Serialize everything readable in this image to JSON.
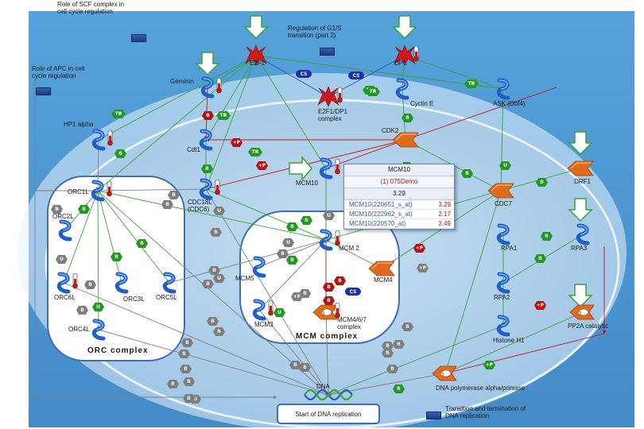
{
  "links": [
    {
      "id": "scf",
      "text": "Role of SCF complex in\ncell cycle regulation"
    },
    {
      "id": "g1s",
      "text": "Regulation of G1/S\ntransition (part 2)"
    },
    {
      "id": "apc",
      "text": "Role of APC in cell\ncycle regulation"
    },
    {
      "id": "term",
      "text": "Transition and termination of\nDNA replication"
    }
  ],
  "proteins": [
    {
      "id": "geminin",
      "name": "Geminin"
    },
    {
      "id": "hp1",
      "name": "HP1 alpha"
    },
    {
      "id": "cdt1",
      "name": "Cdt1"
    },
    {
      "id": "cdc6",
      "name": "CDC18L\n(CDC6)"
    },
    {
      "id": "mcm10",
      "name": "MCM10"
    },
    {
      "id": "orc1l",
      "name": "ORC1L"
    },
    {
      "id": "orc2l",
      "name": "ORC2L"
    },
    {
      "id": "orc6l",
      "name": "ORC6L"
    },
    {
      "id": "orc3l",
      "name": "ORC3L"
    },
    {
      "id": "orc5l",
      "name": "ORC5L"
    },
    {
      "id": "orc4l",
      "name": "ORC4L"
    },
    {
      "id": "mcm2",
      "name": "MCM 2"
    },
    {
      "id": "mcm5",
      "name": "MCM5"
    },
    {
      "id": "mcm3",
      "name": "MCM3"
    },
    {
      "id": "mcm4",
      "name": "MCM4"
    },
    {
      "id": "mcm467",
      "name": "MCM4/6/7\ncomplex"
    },
    {
      "id": "cycline",
      "name": "Cyclin E"
    },
    {
      "id": "cdk2",
      "name": "CDK2"
    },
    {
      "id": "ask",
      "name": "ASK (Dbf4)"
    },
    {
      "id": "drf1",
      "name": "DRF1"
    },
    {
      "id": "cdc7",
      "name": "CDC7"
    },
    {
      "id": "rpa1",
      "name": "RPA1"
    },
    {
      "id": "rpa3",
      "name": "RPA3"
    },
    {
      "id": "rpa2",
      "name": "RPA2"
    },
    {
      "id": "histone",
      "name": "Histone H1"
    },
    {
      "id": "pp2a",
      "name": "PP2A catalytic"
    },
    {
      "id": "e2f1",
      "name": "E2F1"
    },
    {
      "id": "dp1",
      "name": "DP1"
    },
    {
      "id": "e2fdp",
      "name": "E2F1/DP1\ncomplex"
    },
    {
      "id": "dnapol",
      "name": "DNA polymerase alpha/primase"
    },
    {
      "id": "dna",
      "name": "DNA"
    }
  ],
  "complexes": {
    "orc": "ORC complex",
    "mcm": "MCM complex"
  },
  "start": "Start of DNA replication",
  "popup": {
    "title": "MCM10",
    "subtitle": "(1) 075Demo",
    "value": "3.29",
    "rows": [
      {
        "probe": "MCM10(220651_s_at)",
        "value": "3.29"
      },
      {
        "probe": "MCM10(222962_s_at)",
        "value": "2.17"
      },
      {
        "probe": "MCM10(220570_at)",
        "value": "2.49"
      }
    ]
  },
  "chips": [
    {
      "t": "TR",
      "c": "green"
    },
    {
      "t": "B",
      "c": "red"
    },
    {
      "t": "TR",
      "c": "green"
    },
    {
      "t": "TR",
      "c": "green"
    },
    {
      "t": "+P",
      "c": "red"
    },
    {
      "t": "TR",
      "c": "green"
    },
    {
      "t": "B",
      "c": "green"
    },
    {
      "t": "+P",
      "c": "red"
    },
    {
      "t": "B",
      "c": "green"
    },
    {
      "t": "B",
      "c": "grey"
    },
    {
      "t": "B",
      "c": "grey"
    },
    {
      "t": "B",
      "c": "green"
    },
    {
      "t": "B",
      "c": "grey"
    },
    {
      "t": "U",
      "c": "grey"
    },
    {
      "t": "B",
      "c": "green"
    },
    {
      "t": "U",
      "c": "grey"
    },
    {
      "t": "B",
      "c": "grey"
    },
    {
      "t": "B",
      "c": "grey"
    },
    {
      "t": "B",
      "c": "grey"
    },
    {
      "t": "U",
      "c": "grey"
    },
    {
      "t": "U",
      "c": "green"
    },
    {
      "t": "B",
      "c": "grey"
    },
    {
      "t": "B",
      "c": "green"
    },
    {
      "t": "B",
      "c": "grey"
    },
    {
      "t": "B",
      "c": "grey"
    },
    {
      "t": "B",
      "c": "grey"
    },
    {
      "t": "B",
      "c": "grey"
    },
    {
      "t": "B",
      "c": "grey"
    },
    {
      "t": "B",
      "c": "grey"
    },
    {
      "t": "B",
      "c": "grey"
    },
    {
      "t": "U",
      "c": "grey"
    },
    {
      "t": "B",
      "c": "grey"
    },
    {
      "t": "B",
      "c": "grey"
    },
    {
      "t": "U",
      "c": "grey"
    },
    {
      "t": "B",
      "c": "green"
    },
    {
      "t": "B",
      "c": "red"
    },
    {
      "t": "B",
      "c": "red"
    },
    {
      "t": "+P",
      "c": "red"
    },
    {
      "t": "+P",
      "c": "grey"
    },
    {
      "t": "B",
      "c": "red"
    },
    {
      "t": "B",
      "c": "green"
    },
    {
      "t": "B",
      "c": "green"
    },
    {
      "t": "B",
      "c": "green"
    },
    {
      "t": "B",
      "c": "green"
    },
    {
      "t": "B",
      "c": "green"
    },
    {
      "t": "B",
      "c": "green"
    },
    {
      "t": "TR",
      "c": "green"
    },
    {
      "t": "TR",
      "c": "green"
    },
    {
      "t": "B",
      "c": "green"
    },
    {
      "t": "U",
      "c": "green"
    },
    {
      "t": "B",
      "c": "green"
    },
    {
      "t": "B",
      "c": "green"
    },
    {
      "t": "+P",
      "c": "red"
    },
    {
      "t": "+P",
      "c": "green"
    },
    {
      "t": "B",
      "c": "grey"
    },
    {
      "t": "B",
      "c": "grey"
    },
    {
      "t": "B",
      "c": "grey"
    },
    {
      "t": "B",
      "c": "green"
    },
    {
      "t": "U",
      "c": "grey"
    },
    {
      "t": "B",
      "c": "grey"
    },
    {
      "t": "+P",
      "c": "grey"
    },
    {
      "t": "U",
      "c": "green"
    },
    {
      "t": "B",
      "c": "grey"
    },
    {
      "t": "B",
      "c": "grey"
    },
    {
      "t": "B",
      "c": "grey"
    },
    {
      "t": "B",
      "c": "grey"
    },
    {
      "t": "B",
      "c": "grey"
    }
  ],
  "cs_labels": [
    "CS",
    "CS",
    "CS"
  ],
  "colors": {
    "cell": "#b6d4eb",
    "cellDark": "#8ab8db",
    "background": "#3d8fcf",
    "arrowGreen": "#3aa33a",
    "arrowRed": "#c0141e",
    "arrowGrey": "#808080",
    "arrowBlue": "#2b4fc8",
    "protein": "#1e5fc8",
    "ligand": "#e06b1c",
    "tf": "#cc1a1a"
  }
}
